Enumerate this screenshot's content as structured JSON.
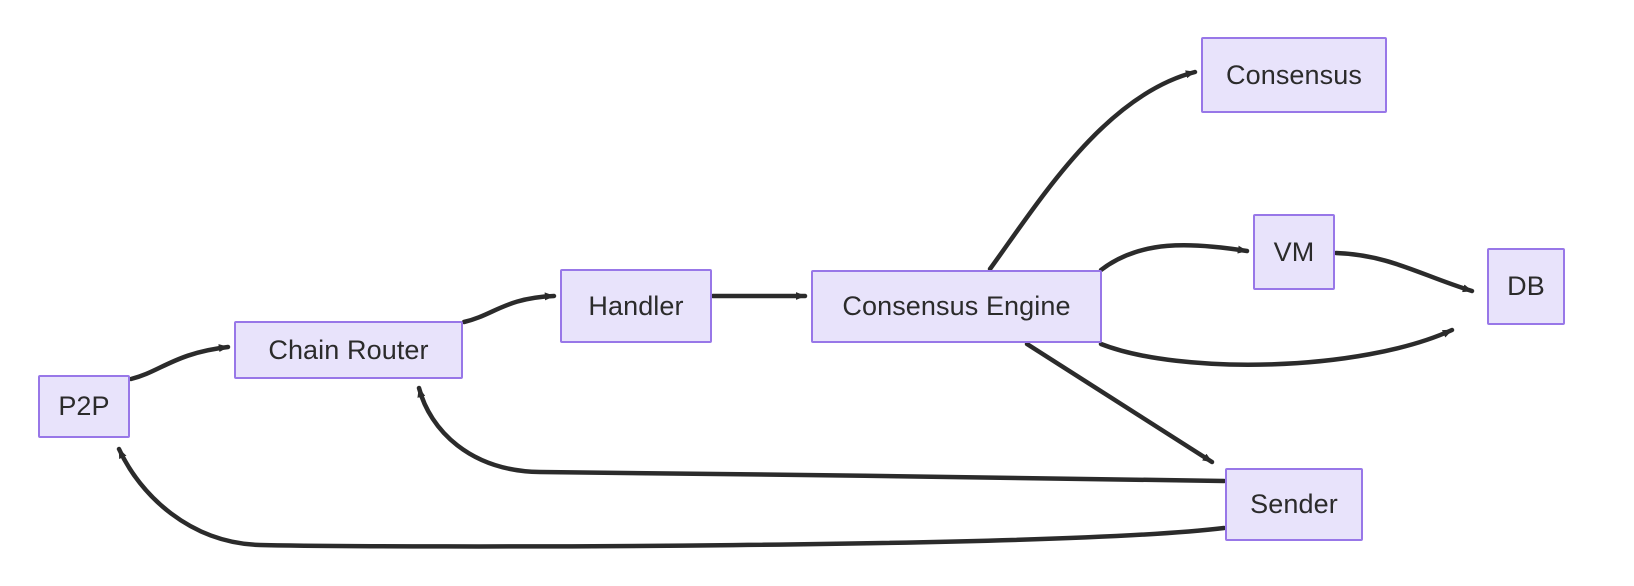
{
  "diagram": {
    "type": "flowchart",
    "direction": "left-to-right",
    "theme": {
      "node_fill": "#e8e3fb",
      "node_stroke": "#9877e8",
      "edge_color": "#2b2b2b",
      "label_color": "#2b2b2b",
      "background": "#ffffff"
    },
    "nodes": [
      {
        "id": "p2p",
        "label": "P2P"
      },
      {
        "id": "chain_router",
        "label": "Chain Router"
      },
      {
        "id": "handler",
        "label": "Handler"
      },
      {
        "id": "consensus_engine",
        "label": "Consensus Engine"
      },
      {
        "id": "consensus",
        "label": "Consensus"
      },
      {
        "id": "vm",
        "label": "VM"
      },
      {
        "id": "db",
        "label": "DB"
      },
      {
        "id": "sender",
        "label": "Sender"
      }
    ],
    "edges": [
      {
        "from": "p2p",
        "to": "chain_router",
        "label": ""
      },
      {
        "from": "chain_router",
        "to": "handler",
        "label": ""
      },
      {
        "from": "handler",
        "to": "consensus_engine",
        "label": ""
      },
      {
        "from": "consensus_engine",
        "to": "consensus",
        "label": ""
      },
      {
        "from": "consensus_engine",
        "to": "vm",
        "label": ""
      },
      {
        "from": "consensus_engine",
        "to": "db",
        "label": ""
      },
      {
        "from": "consensus_engine",
        "to": "sender",
        "label": ""
      },
      {
        "from": "vm",
        "to": "db",
        "label": ""
      },
      {
        "from": "sender",
        "to": "chain_router",
        "label": ""
      },
      {
        "from": "sender",
        "to": "p2p",
        "label": ""
      }
    ]
  }
}
